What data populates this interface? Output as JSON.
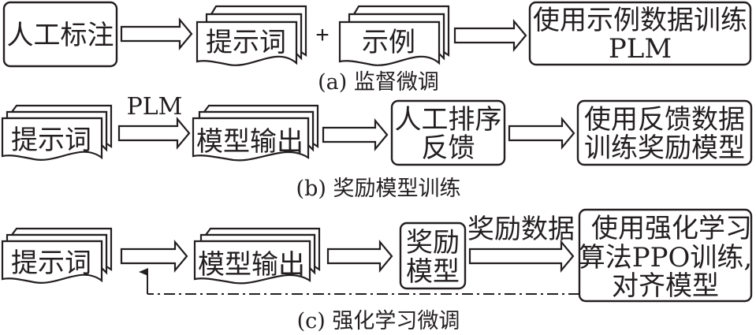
{
  "panels": {
    "a": {
      "caption": "(a) 监督微调",
      "start_box": "人工标注",
      "doc1": "提示词",
      "plus": "+",
      "doc2": "示例",
      "end_box_line1": "使用示例数据训练",
      "end_box_line2": "PLM"
    },
    "b": {
      "caption": "(b) 奖励模型训练",
      "doc1": "提示词",
      "arrow1_label": "PLM",
      "doc2": "模型输出",
      "mid_box_line1": "人工排序",
      "mid_box_line2": "反馈",
      "end_box_line1": "使用反馈数据",
      "end_box_line2": "训练奖励模型"
    },
    "c": {
      "caption": "(c) 强化学习微调",
      "doc1": "提示词",
      "doc2": "模型输出",
      "mid_box_line1": "奖励",
      "mid_box_line2": "模型",
      "arrow3_label": "奖励数据",
      "end_box_line1": "使用强化学习",
      "end_box_line2": "算法PPO训练,",
      "end_box_line3": "对齐模型"
    }
  },
  "colors": {
    "stroke": "#231f20",
    "fill": "#ffffff"
  }
}
